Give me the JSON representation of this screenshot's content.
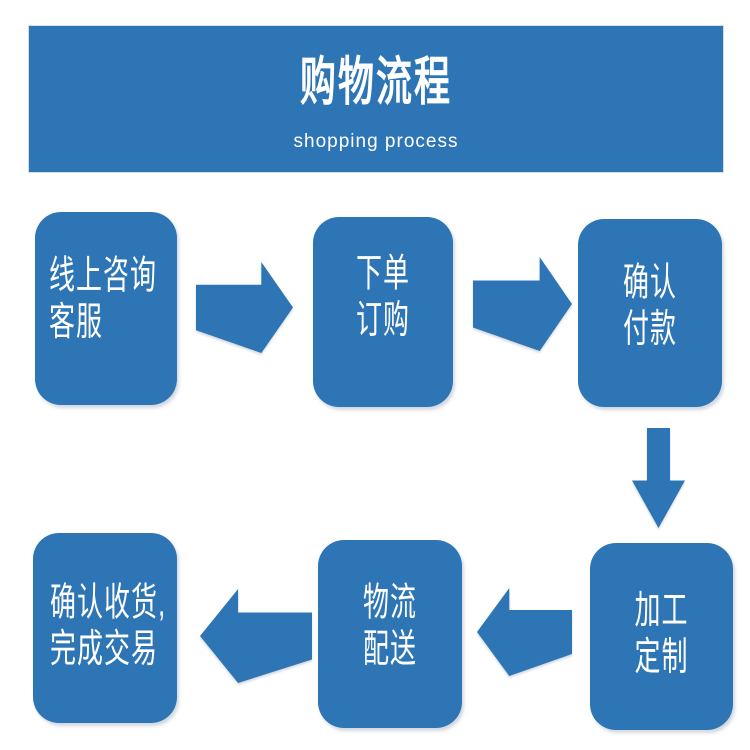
{
  "header": {
    "title": "购物流程",
    "subtitle": "shopping process"
  },
  "steps": [
    {
      "name": "online-consultation",
      "line1": "线上咨询",
      "line2": "客服"
    },
    {
      "name": "place-order",
      "line1": "下单",
      "line2": "订购"
    },
    {
      "name": "confirm-payment",
      "line1": "确认",
      "line2": "付款"
    },
    {
      "name": "processing-customization",
      "line1": "加工",
      "line2": "定制"
    },
    {
      "name": "logistics-delivery",
      "line1": "物流",
      "line2": "配送"
    },
    {
      "name": "confirm-receipt-complete",
      "line1": "确认收货,",
      "line2": "完成交易"
    }
  ],
  "arrows": [
    {
      "name": "arrow-step1-to-step2",
      "direction": "right"
    },
    {
      "name": "arrow-step2-to-step3",
      "direction": "right"
    },
    {
      "name": "arrow-step3-to-step4",
      "direction": "down"
    },
    {
      "name": "arrow-step4-to-step5",
      "direction": "left"
    },
    {
      "name": "arrow-step5-to-step6",
      "direction": "left"
    }
  ],
  "colors": {
    "primary": "#2e75b5",
    "text_on_primary": "#ffffff",
    "background": "#ffffff"
  }
}
